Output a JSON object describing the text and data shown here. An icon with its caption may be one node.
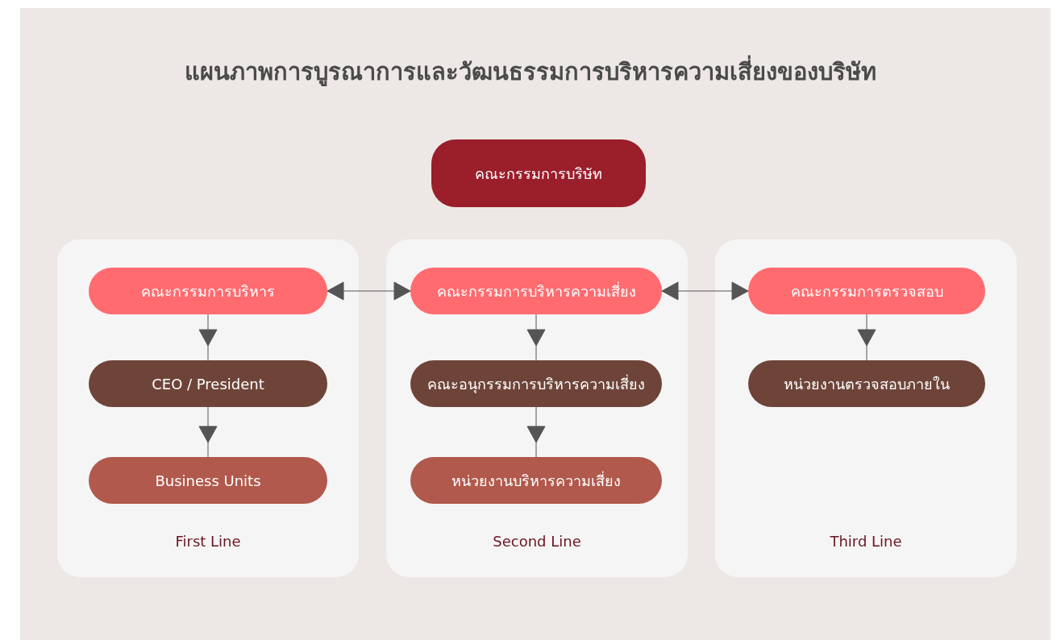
{
  "diagram": {
    "title": "แผนภาพการบูรณาการและวัฒนธรรมการบริหารความเสี่ยงของบริษัท",
    "nodes": [
      {
        "text": [
          "คณะกรรมการบริษัท"
        ]
      },
      {
        "text": [
          "First Line"
        ]
      },
      {
        "text": [
          "คณะกรรมการบริหาร"
        ],
        "in": 1
      },
      {
        "text": [
          "CEO / President"
        ],
        "in": 1
      },
      {
        "text": [
          "Business Units"
        ],
        "in": 1
      },
      {
        "text": [
          "Second Line"
        ]
      },
      {
        "text": [
          "คณะกรรมการบริหารความเสี่ยง"
        ],
        "in": 5
      },
      {
        "text": [
          "คณะอนุกรรมการบริหารความเสี่ยง"
        ],
        "in": 5
      },
      {
        "text": [
          "หน่วยงานบริหารความเสี่ยง"
        ],
        "in": 5
      },
      {
        "text": [
          "Third Line"
        ]
      },
      {
        "text": [
          "คณะกรรมการตรวจสอบ"
        ],
        "in": 9
      },
      {
        "text": [
          "หน่วยงานตรวจสอบภายใน"
        ],
        "in": 9
      }
    ],
    "edges": [
      {
        "from": 2,
        "to": 3,
        "arrow": "to"
      },
      {
        "from": 3,
        "to": 4,
        "arrow": "to"
      },
      {
        "from": 6,
        "to": 7,
        "arrow": "to"
      },
      {
        "from": 7,
        "to": 8,
        "arrow": "to"
      },
      {
        "from": 10,
        "to": 11,
        "arrow": "to"
      },
      {
        "from": 2,
        "to": 6,
        "arrow": "both"
      },
      {
        "from": 6,
        "to": 10,
        "arrow": "both"
      }
    ]
  }
}
